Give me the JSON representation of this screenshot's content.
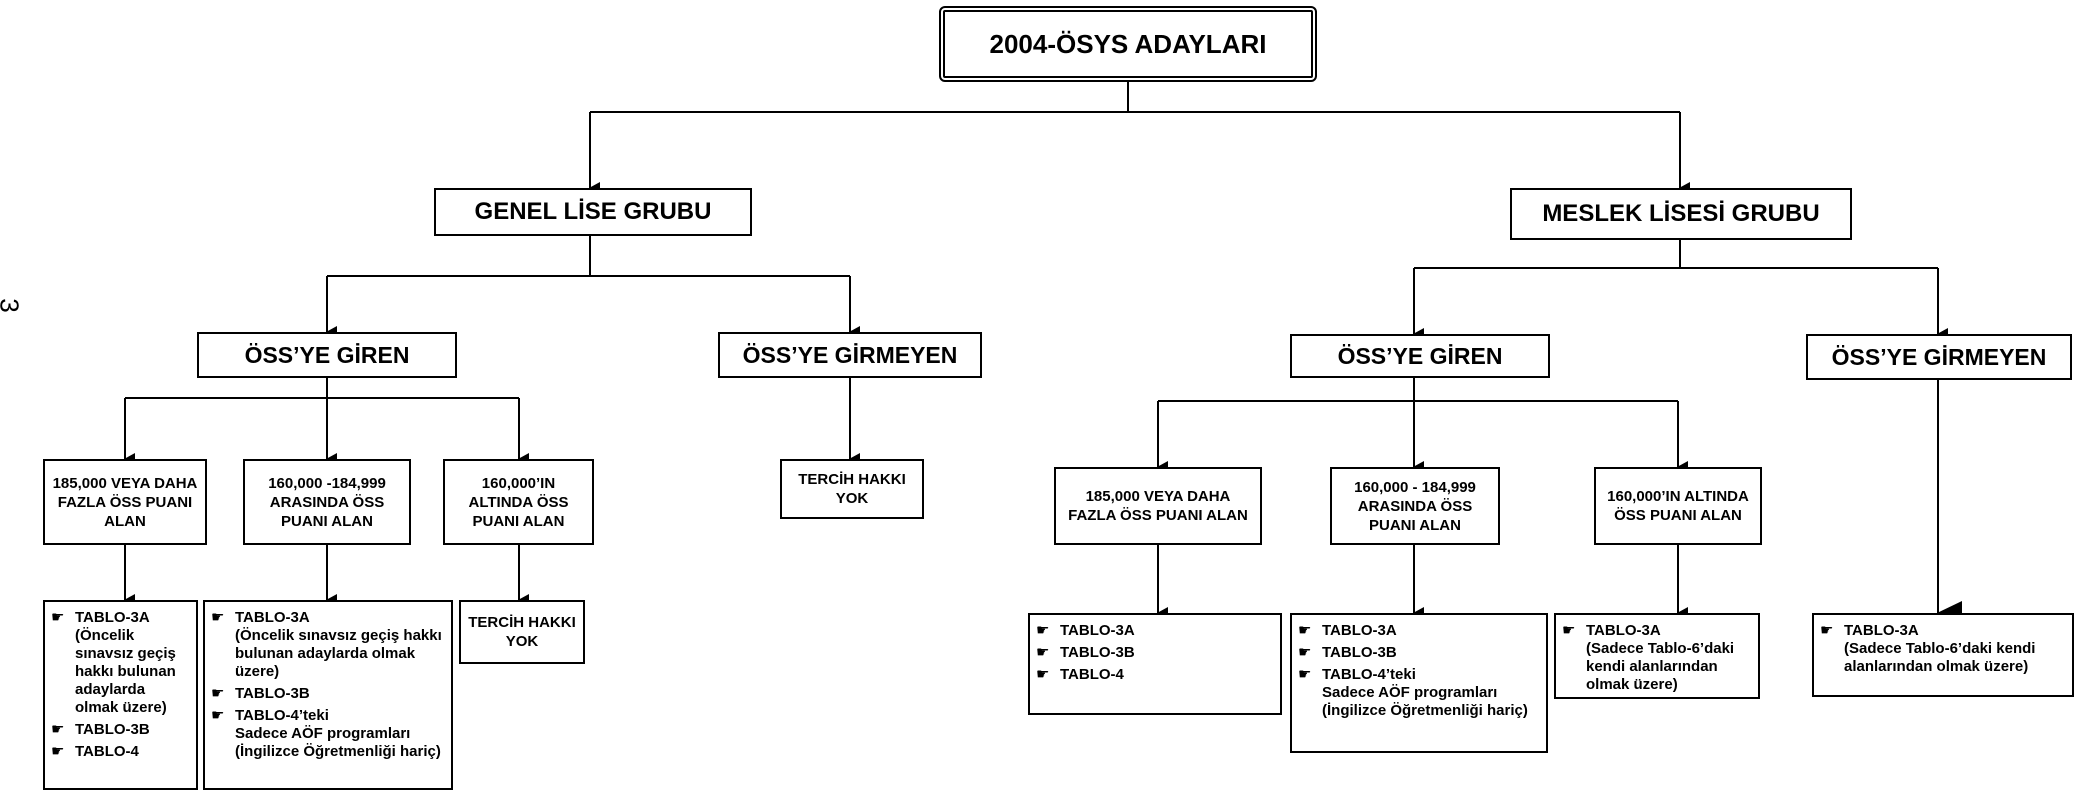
{
  "page_number": "3",
  "root": {
    "label": "2004-ÖSYS ADAYLARI"
  },
  "left": {
    "group": "GENEL LİSE GRUBU",
    "entered": "ÖSS’YE  GİREN",
    "not_entered": "ÖSS’YE  GİRMEYEN",
    "not_entered_result": "TERCİH HAKKI YOK",
    "scores": [
      {
        "label": "185,000 VEYA DAHA FAZLA ÖSS PUANI ALAN"
      },
      {
        "label": "160,000 -184,999 ARASINDA ÖSS PUANI ALAN"
      },
      {
        "label": "160,000’IN ALTINDA ÖSS PUANI ALAN"
      }
    ],
    "results": [
      {
        "items": [
          {
            "title": "TABLO-3A",
            "note": "(Öncelik sınavsız geçiş hakkı bulunan adaylarda olmak üzere)"
          },
          {
            "title": "TABLO-3B",
            "note": ""
          },
          {
            "title": "TABLO-4",
            "note": ""
          }
        ]
      },
      {
        "items": [
          {
            "title": "TABLO-3A",
            "note": "(Öncelik sınavsız geçiş hakkı bulunan adaylarda olmak üzere)"
          },
          {
            "title": "TABLO-3B",
            "note": ""
          },
          {
            "title": "TABLO-4’teki",
            "note": "Sadece AÖF programları (İngilizce Öğretmenliği hariç)"
          }
        ]
      },
      {
        "text": "TERCİH HAKKI YOK"
      }
    ]
  },
  "right": {
    "group": "MESLEK LİSESİ GRUBU",
    "entered": "ÖSS’YE  GİREN",
    "not_entered": "ÖSS’YE  GİRMEYEN",
    "not_entered_result": {
      "title": "TABLO-3A",
      "note": "(Sadece Tablo-6’daki kendi alanlarından olmak üzere)"
    },
    "scores": [
      {
        "label": "185,000 VEYA DAHA FAZLA ÖSS PUANI ALAN"
      },
      {
        "label": "160,000 - 184,999 ARASINDA ÖSS PUANI ALAN"
      },
      {
        "label": "160,000’IN ALTINDA ÖSS PUANI ALAN"
      }
    ],
    "results": [
      {
        "items": [
          {
            "title": "TABLO-3A",
            "note": ""
          },
          {
            "title": "TABLO-3B",
            "note": ""
          },
          {
            "title": "TABLO-4",
            "note": ""
          }
        ]
      },
      {
        "items": [
          {
            "title": "TABLO-3A",
            "note": ""
          },
          {
            "title": "TABLO-3B",
            "note": ""
          },
          {
            "title": "TABLO-4’teki",
            "note": "Sadece AÖF programları (İngilizce Öğretmenliği hariç)"
          }
        ]
      },
      {
        "items": [
          {
            "title": "TABLO-3A",
            "note": "(Sadece Tablo-6’daki kendi alanlarından olmak üzere)"
          }
        ]
      }
    ]
  }
}
